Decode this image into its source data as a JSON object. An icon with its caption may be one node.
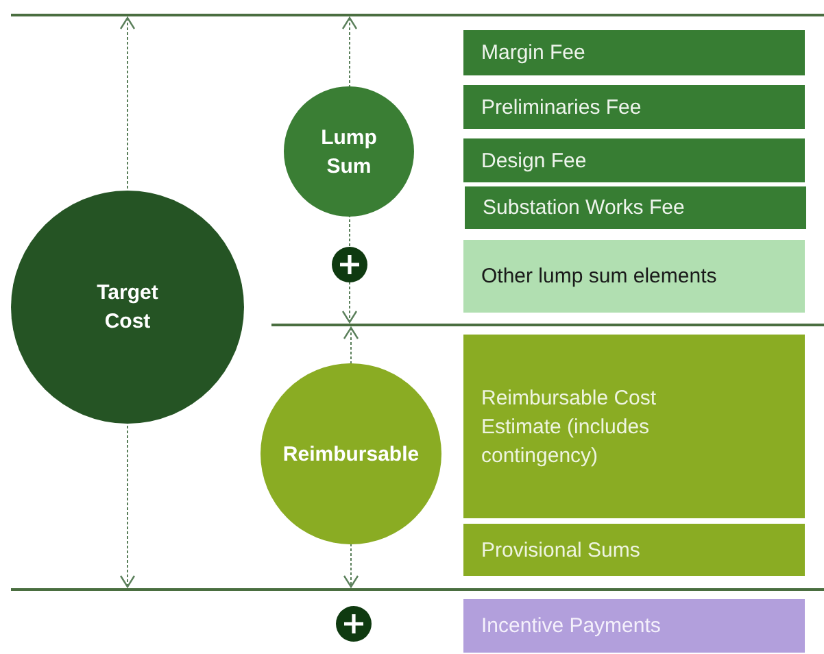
{
  "diagram": {
    "nodes": [
      {
        "text": [
          "Target Cost"
        ]
      },
      {
        "text": [
          "Lump Sum"
        ]
      },
      {
        "text": [
          "Margin Fee"
        ]
      },
      {
        "text": [
          "Preliminaries Fee"
        ]
      },
      {
        "text": [
          "Design Fee"
        ]
      },
      {
        "text": [
          "Substation Works Fee"
        ]
      },
      {
        "text": [
          "Other lump sum elements"
        ]
      },
      {
        "text": [
          "Reimbursable"
        ]
      },
      {
        "text": [
          "Reimbursable Cost Estimate (includes contingency)"
        ]
      },
      {
        "text": [
          "Provisional Sums"
        ]
      },
      {
        "text": [
          "Incentive Payments"
        ]
      }
    ]
  }
}
